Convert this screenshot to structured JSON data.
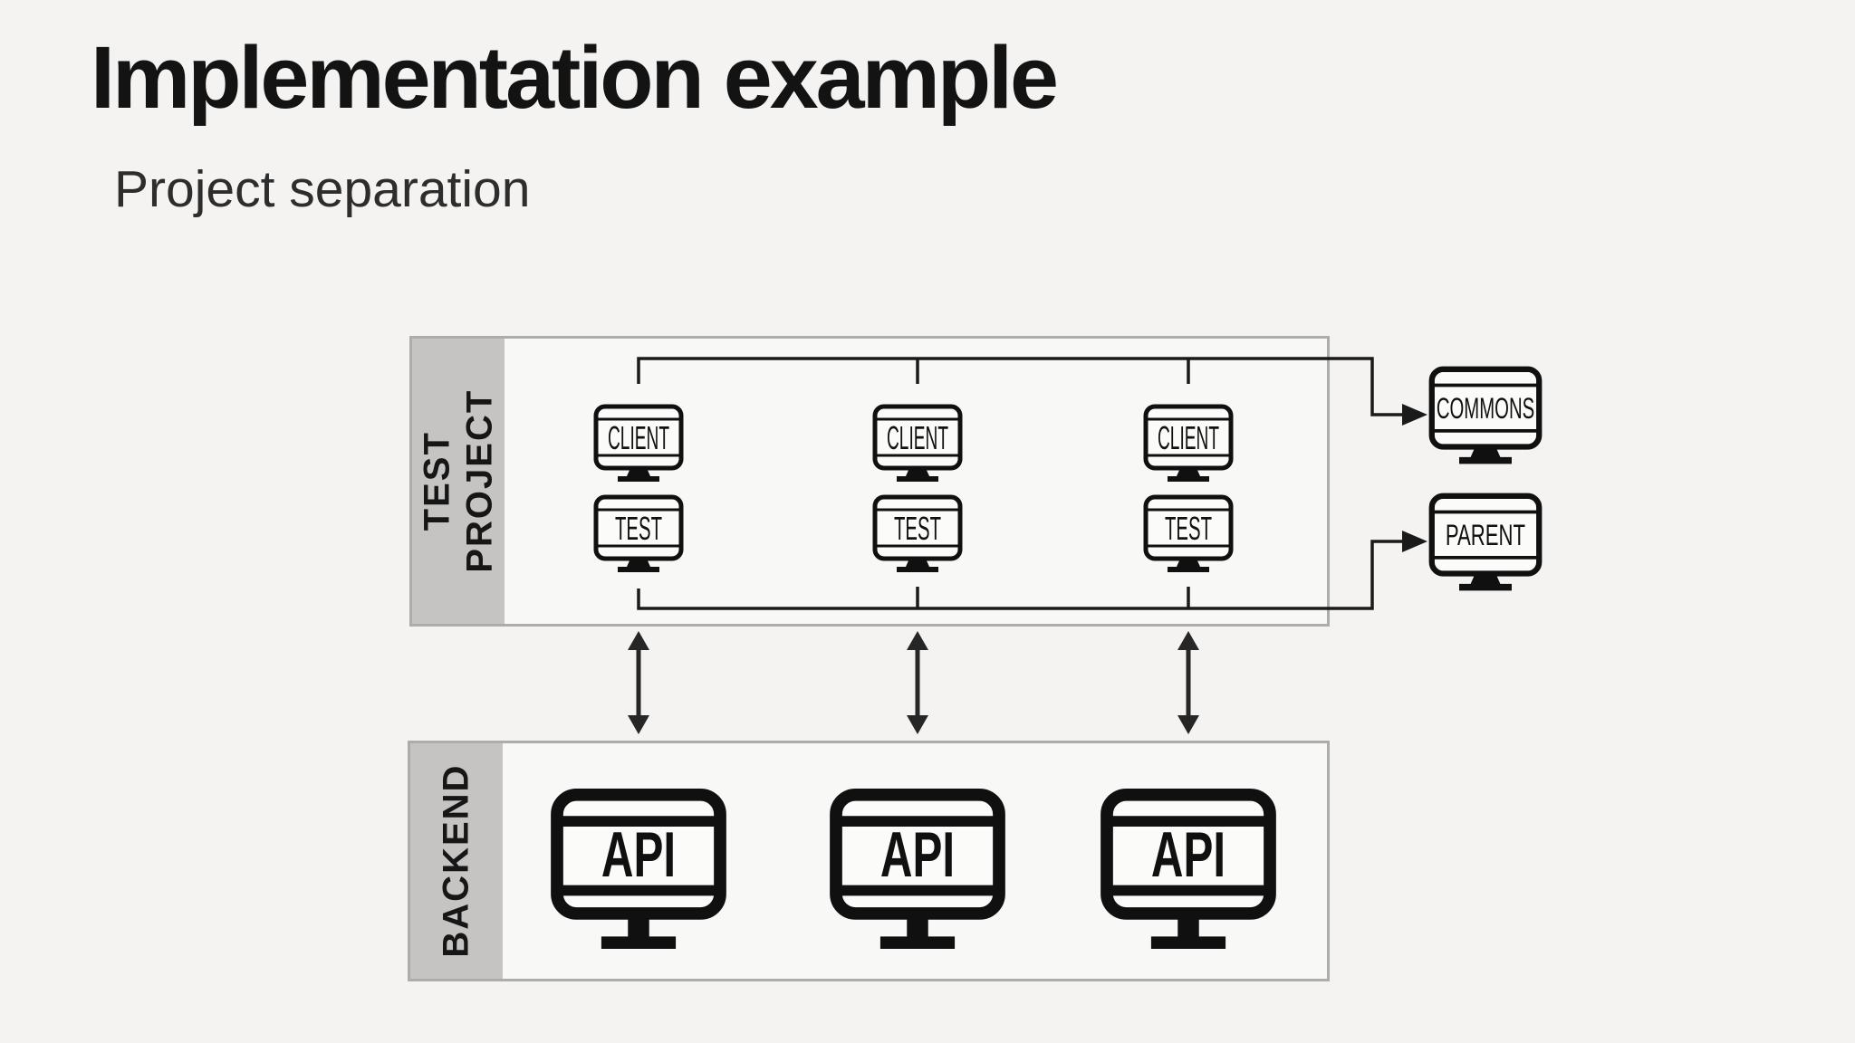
{
  "slide": {
    "title": "Implementation example",
    "subtitle": "Project separation"
  },
  "diagram": {
    "test_project": {
      "label_line1": "TEST",
      "label_line2": "PROJECT",
      "columns": [
        {
          "client": "CLIENT",
          "test": "TEST"
        },
        {
          "client": "CLIENT",
          "test": "TEST"
        },
        {
          "client": "CLIENT",
          "test": "TEST"
        }
      ]
    },
    "backend": {
      "label": "BACKEND",
      "columns": [
        {
          "api": "API"
        },
        {
          "api": "API"
        },
        {
          "api": "API"
        }
      ]
    },
    "shared": {
      "commons": "COMMONS",
      "parent": "PARENT"
    },
    "colors": {
      "background": "#f4f3f1",
      "panel_fill": "#f8f8f6",
      "panel_border": "#adacaa",
      "label_band_fill": "#c5c4c2",
      "line_color": "#1a1a1a",
      "text_color": "#131313"
    }
  }
}
